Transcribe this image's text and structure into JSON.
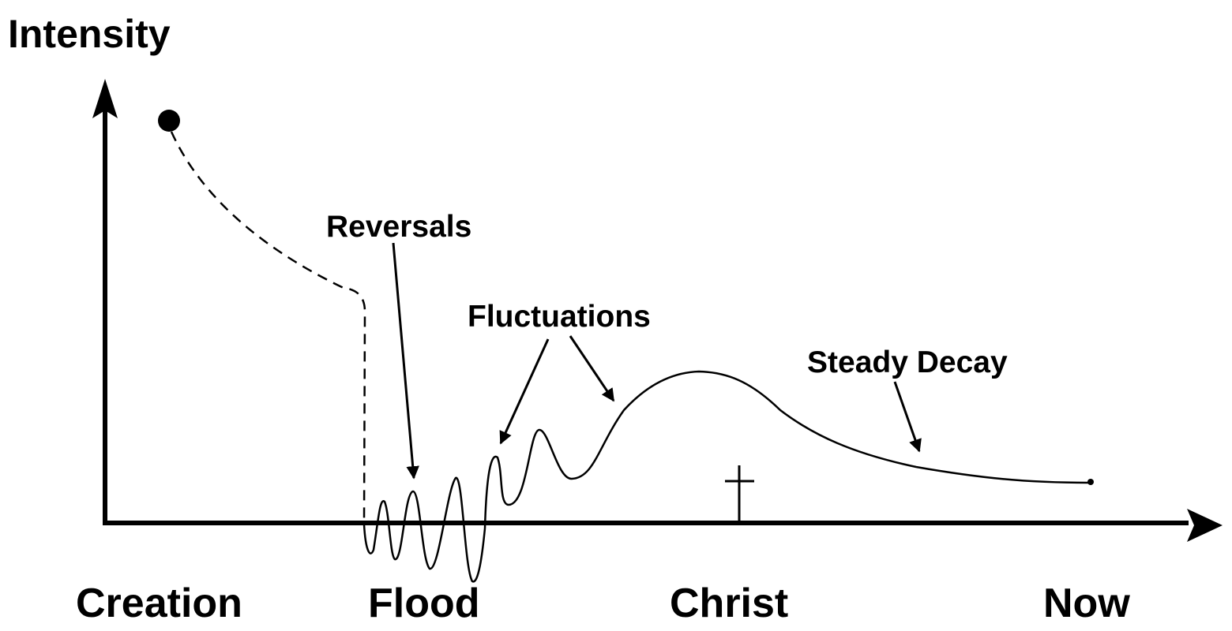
{
  "axis": {
    "y_label": "Intensity"
  },
  "eras": [
    {
      "name": "creation",
      "label": "Creation"
    },
    {
      "name": "flood",
      "label": "Flood"
    },
    {
      "name": "christ",
      "label": "Christ"
    },
    {
      "name": "now",
      "label": "Now"
    }
  ],
  "annotations": {
    "reversals": "Reversals",
    "fluctuations": "Fluctuations",
    "steady_decay": "Steady Decay"
  },
  "colors": {
    "ink": "#000000",
    "background": "#ffffff"
  },
  "icons": {
    "christ_marker": "cross-icon",
    "start_marker": "dot-icon"
  }
}
